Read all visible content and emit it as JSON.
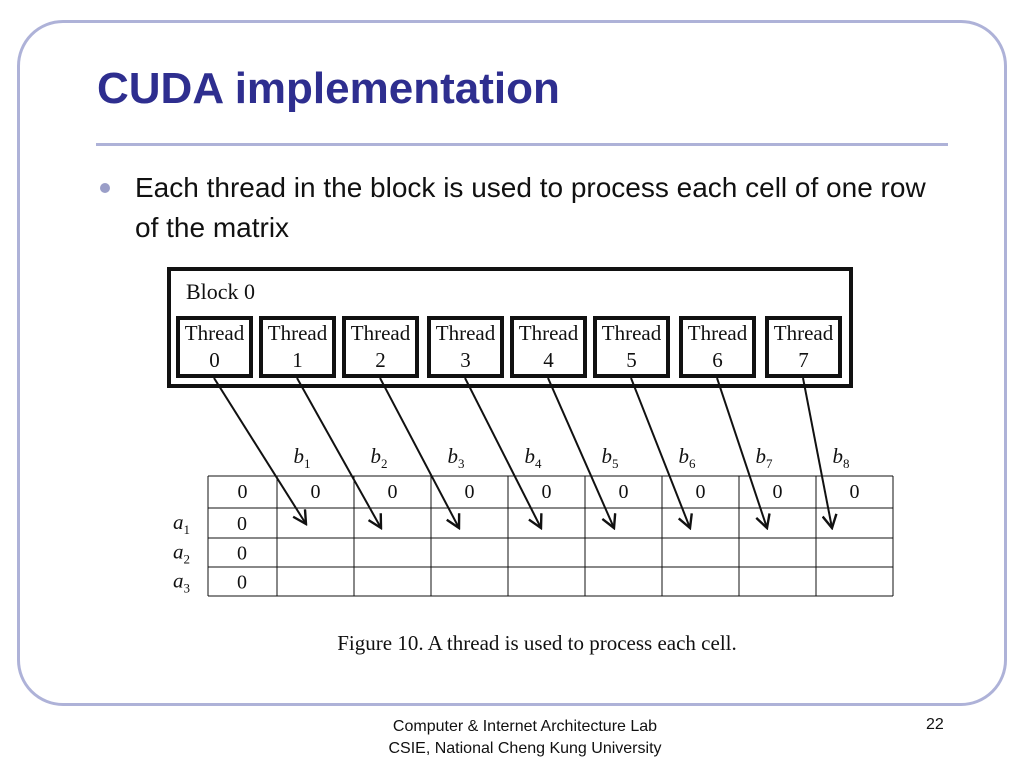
{
  "slide": {
    "title": "CUDA implementation",
    "bullet": "Each thread in the block is used to process each cell of one row of the matrix"
  },
  "figure": {
    "block_label": "Block 0",
    "thread_word": "Thread",
    "threads": [
      "0",
      "1",
      "2",
      "3",
      "4",
      "5",
      "6",
      "7"
    ],
    "column_headers": [
      {
        "base": "b",
        "sub": "1"
      },
      {
        "base": "b",
        "sub": "2"
      },
      {
        "base": "b",
        "sub": "3"
      },
      {
        "base": "b",
        "sub": "4"
      },
      {
        "base": "b",
        "sub": "5"
      },
      {
        "base": "b",
        "sub": "6"
      },
      {
        "base": "b",
        "sub": "7"
      },
      {
        "base": "b",
        "sub": "8"
      }
    ],
    "row_headers": [
      {
        "base": "a",
        "sub": "1"
      },
      {
        "base": "a",
        "sub": "2"
      },
      {
        "base": "a",
        "sub": "3"
      }
    ],
    "first_row": [
      "0",
      "0",
      "0",
      "0",
      "0",
      "0",
      "0",
      "0",
      "0"
    ],
    "first_column": [
      "0",
      "0",
      "0"
    ],
    "caption": "Figure 10. A thread is used to process each cell."
  },
  "footer": {
    "line1": "Computer & Internet Architecture Lab",
    "line2": "CSIE, National Cheng Kung University",
    "page_number": "22"
  }
}
